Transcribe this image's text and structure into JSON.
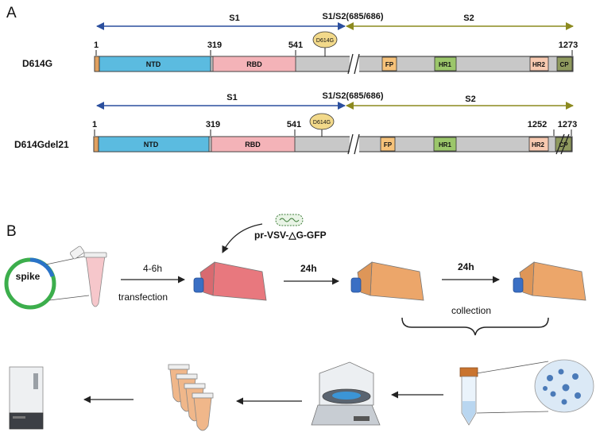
{
  "panel_a": {
    "label": "A",
    "s1_label": "S1",
    "s2_label": "S2",
    "cleavage_label": "S1/S2(685/686)",
    "mutation_label": "D614G",
    "constructs": [
      {
        "name": "D614G",
        "positions": {
          "start": "1",
          "rbd_start": "319",
          "rbd_end": "541",
          "end": "1273"
        },
        "domains": {
          "ntd": "NTD",
          "rbd": "RBD",
          "fp": "FP",
          "hr1": "HR1",
          "hr2": "HR2",
          "cp": "CP"
        }
      },
      {
        "name": "D614Gdel21",
        "positions": {
          "start": "1",
          "rbd_start": "319",
          "rbd_end": "541",
          "trunc": "1252",
          "end": "1273"
        },
        "domains": {
          "ntd": "NTD",
          "rbd": "RBD",
          "fp": "FP",
          "hr1": "HR1",
          "hr2": "HR2",
          "cp": "CP"
        }
      }
    ],
    "colors": {
      "s1_arrow": "#2b4f9e",
      "s2_arrow": "#8c8a1f",
      "ntd": "#5bbbe0",
      "rbd": "#f4b3b8",
      "backbone": "#c8c8c8",
      "fp": "#f6c27a",
      "hr1": "#9bc66a",
      "hr2": "#f7c9b0",
      "cp": "#8f9a5e",
      "signal": "#e0a060",
      "badge": "#f2d98a"
    }
  },
  "panel_b": {
    "label": "B",
    "plasmid_label": "spike",
    "virus_label": "pr-VSV-△G-GFP",
    "step1_time": "4-6h",
    "step1_action": "transfection",
    "step2_time": "24h",
    "step3_time": "24h",
    "collection_label": "collection",
    "colors": {
      "flask_red": "#e8787e",
      "flask_orange": "#eca66a",
      "cap_blue": "#3a6fc4"
    },
    "icons": [
      "plasmid-icon",
      "tube-icon",
      "virus-icon",
      "flask-icon",
      "falcon-tube-icon",
      "particles-icon",
      "centrifuge-icon",
      "aliquot-tubes-icon",
      "freezer-icon"
    ]
  }
}
